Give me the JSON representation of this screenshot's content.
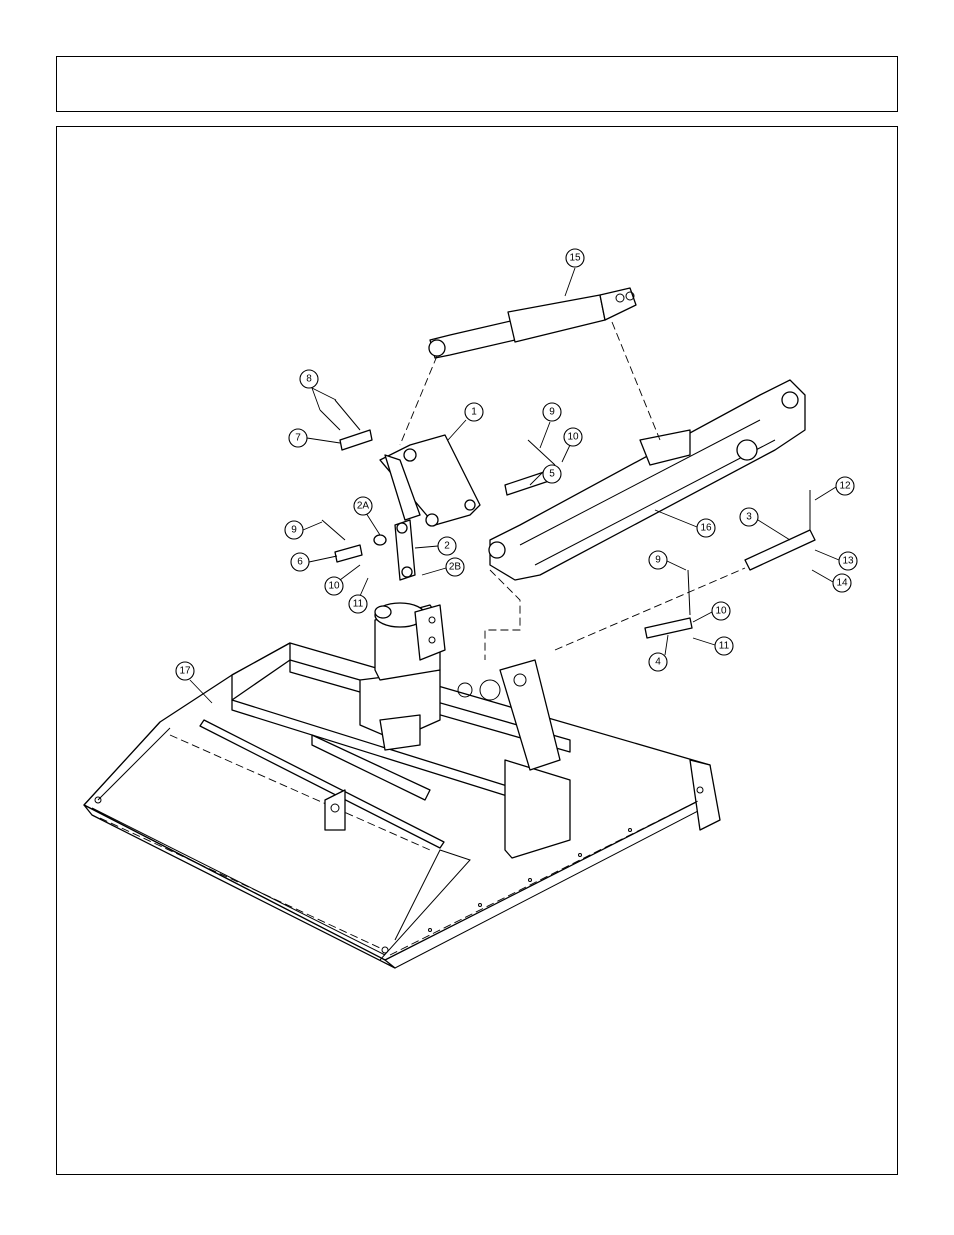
{
  "header": {
    "title": ""
  },
  "callouts": [
    {
      "id": "c15",
      "label": "15"
    },
    {
      "id": "c8",
      "label": "8"
    },
    {
      "id": "c7",
      "label": "7"
    },
    {
      "id": "c1",
      "label": "1"
    },
    {
      "id": "c9a",
      "label": "9"
    },
    {
      "id": "c10a",
      "label": "10"
    },
    {
      "id": "c5",
      "label": "5"
    },
    {
      "id": "c2A",
      "label": "2A"
    },
    {
      "id": "c9b",
      "label": "9"
    },
    {
      "id": "c2",
      "label": "2"
    },
    {
      "id": "c6",
      "label": "6"
    },
    {
      "id": "c2B",
      "label": "2B"
    },
    {
      "id": "c10b",
      "label": "10"
    },
    {
      "id": "c11a",
      "label": "11"
    },
    {
      "id": "c16",
      "label": "16"
    },
    {
      "id": "c12",
      "label": "12"
    },
    {
      "id": "c3",
      "label": "3"
    },
    {
      "id": "c13",
      "label": "13"
    },
    {
      "id": "c14",
      "label": "14"
    },
    {
      "id": "c9c",
      "label": "9"
    },
    {
      "id": "c10c",
      "label": "10"
    },
    {
      "id": "c11b",
      "label": "11"
    },
    {
      "id": "c4",
      "label": "4"
    },
    {
      "id": "c17",
      "label": "17"
    }
  ]
}
